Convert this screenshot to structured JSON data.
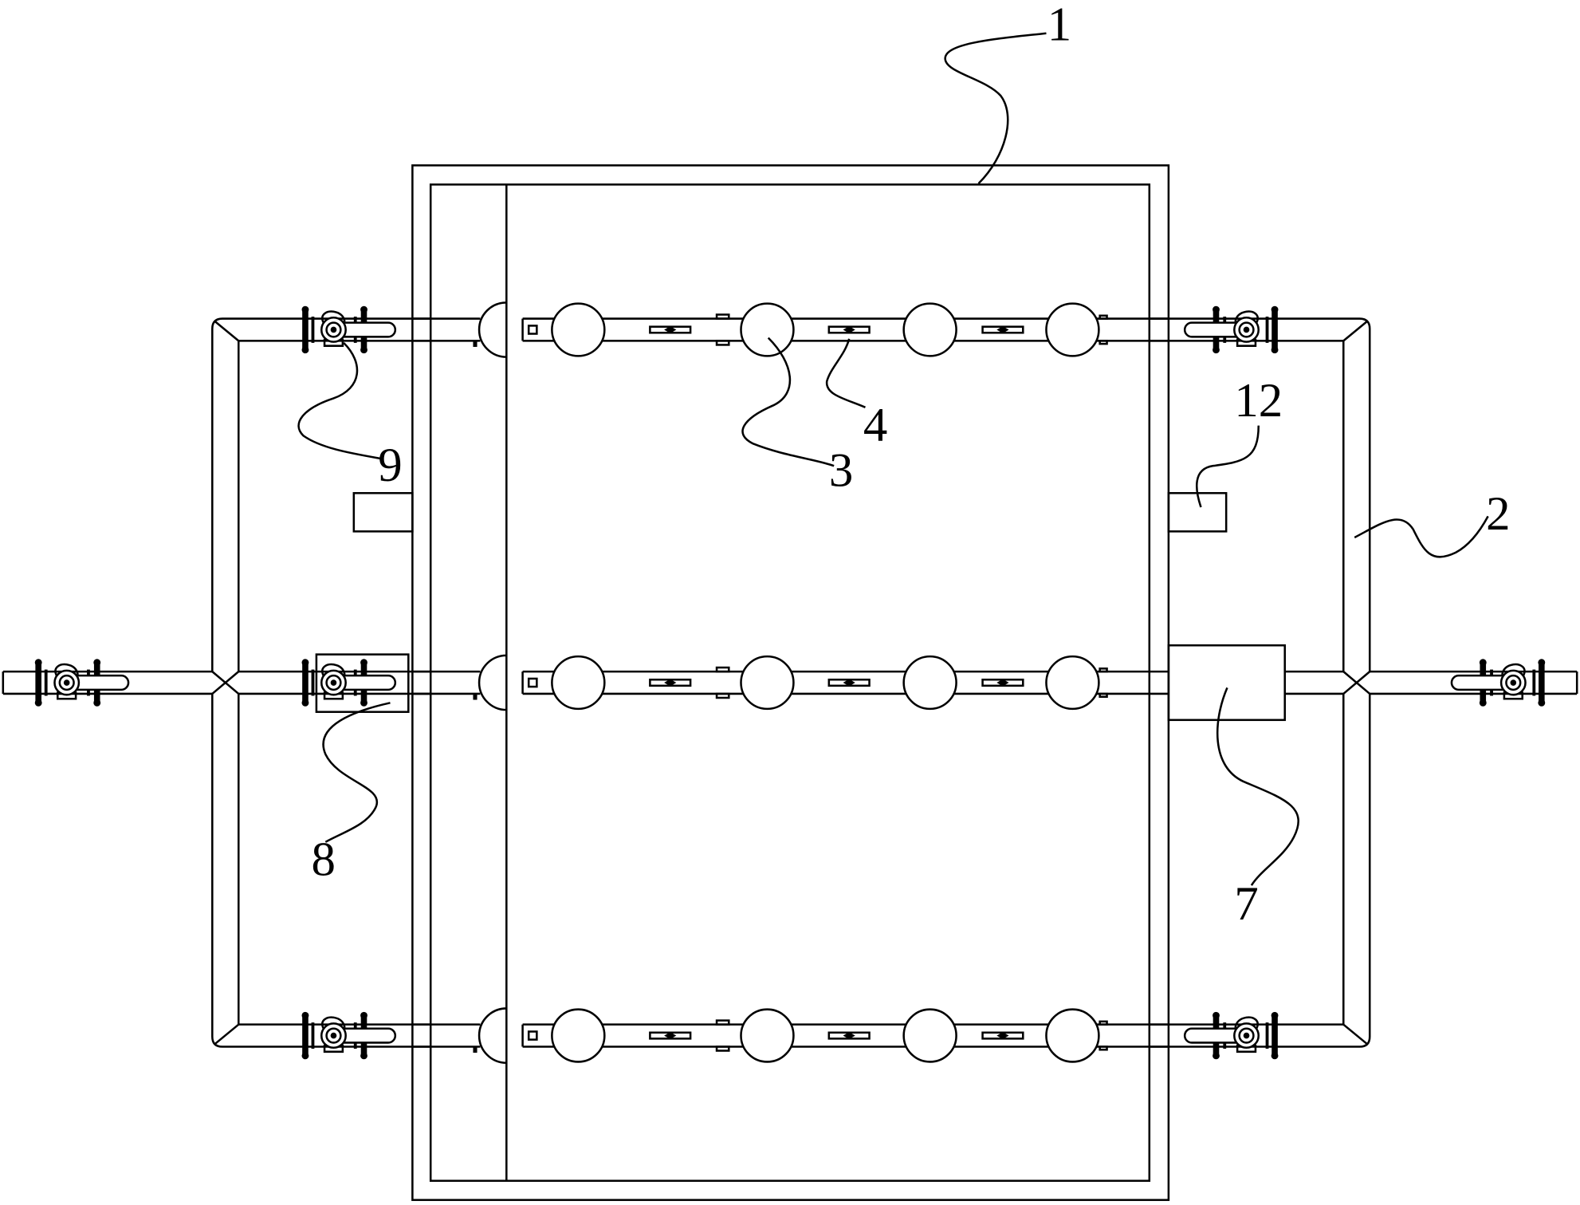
{
  "figure": {
    "reference_numerals": [
      "1",
      "2",
      "3",
      "4",
      "7",
      "8",
      "9",
      "12"
    ]
  },
  "colors": {
    "line": "#000000",
    "background": "#ffffff"
  }
}
